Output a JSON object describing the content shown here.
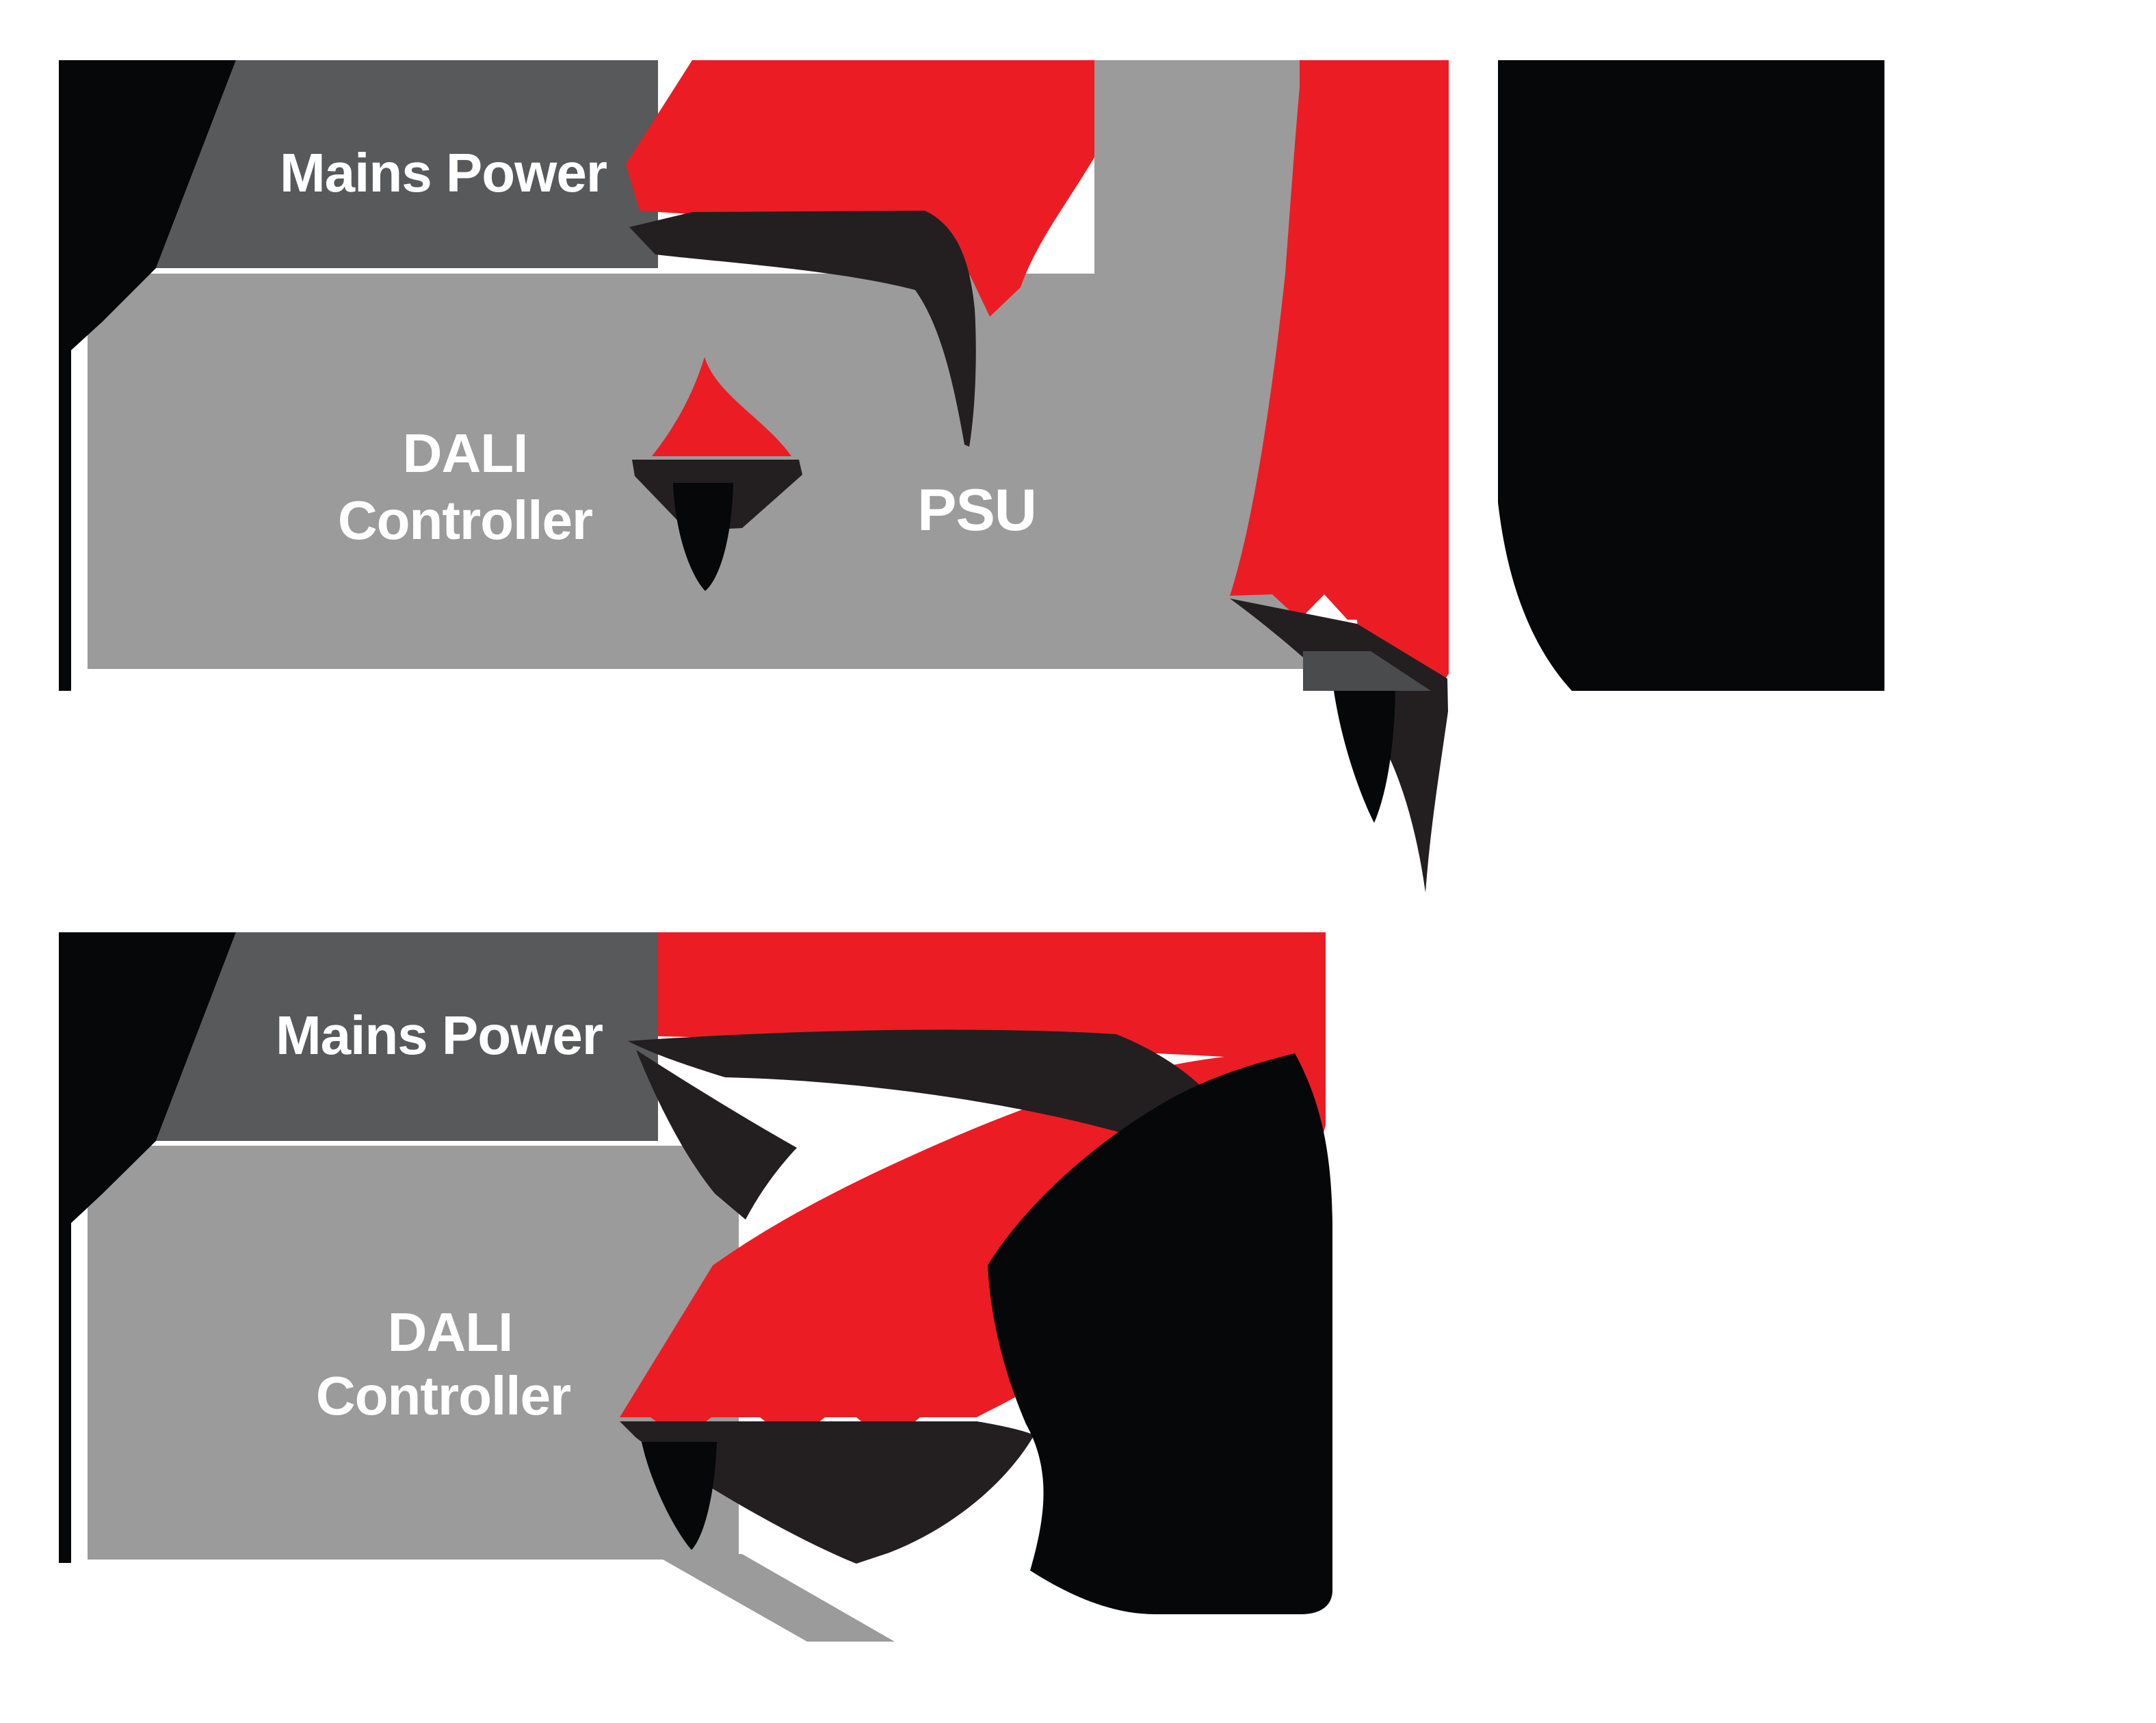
{
  "page": {
    "background_color": "#FFFFFF",
    "description_labels": {
      "diagram_top_mains": "Mains Power",
      "diagram_top_controller_line1": "DALI",
      "diagram_top_controller_line2": "Controller",
      "diagram_top_psu": "PSU",
      "diagram_bottom_mains": "Mains Power",
      "diagram_bottom_controller_line1": "DALI",
      "diagram_bottom_controller_line2": "Controller"
    }
  },
  "colors": {
    "red": "#EC1C24",
    "charcoal": "#231F20",
    "black": "#060708",
    "dark_gray": "#58595B",
    "darker_gray_wedge": "#4A4B4D",
    "light_gray": "#9B9B9B",
    "white": "#FFFFFF"
  },
  "diagram1": {
    "mains_power_label": "Mains Power",
    "dali_controller_line1": "DALI",
    "dali_controller_line2": "Controller",
    "psu_label": "PSU"
  },
  "diagram2": {
    "mains_power_label": "Mains Power",
    "dali_controller_line1": "DALI",
    "dali_controller_line2": "Controller"
  }
}
